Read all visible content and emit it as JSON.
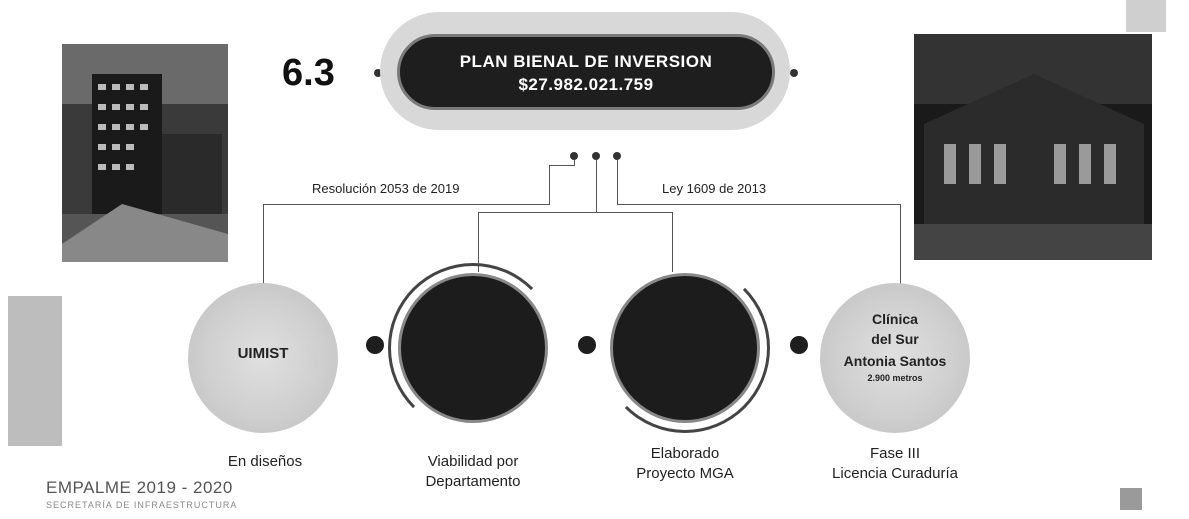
{
  "section_number": "6.3",
  "plan": {
    "title": "PLAN BIENAL DE INVERSION",
    "amount": "$27.982.021.759"
  },
  "branch_labels": {
    "left": "Resolución 2053 de 2019",
    "right": "Ley 1609 de 2013"
  },
  "stages": [
    {
      "circle_text": "UIMIST",
      "caption_line1": "En diseños",
      "caption_line2": ""
    },
    {
      "circle_text": "",
      "caption_line1": "Viabilidad por",
      "caption_line2": "Departamento"
    },
    {
      "circle_text": "",
      "caption_line1": "Elaborado",
      "caption_line2": "Proyecto MGA"
    },
    {
      "circle_text_lines": [
        "Clínica",
        "del Sur",
        "Antonia Santos"
      ],
      "circle_subtext": "2.900 metros",
      "caption_line1": "Fase III",
      "caption_line2": "Licencia Curaduría"
    }
  ],
  "footer": {
    "title": "EMPALME 2019 - 2020",
    "subtitle": "SECRETARÍA DE INFRAESTRUCTURA"
  }
}
